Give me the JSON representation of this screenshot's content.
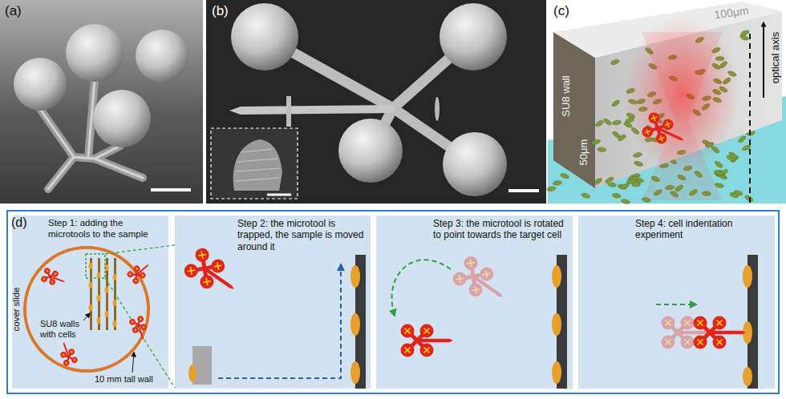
{
  "diagram": {
    "nodes": [
      {
        "text": [
          "(d)"
        ]
      },
      {
        "text": [
          "Step 1: adding the microtools to the sample",
          "cover slide",
          "SU8 walls with cells",
          "10 mm tall wall"
        ],
        "in": 0
      },
      {
        "text": [
          "Step 2: the microtool is trapped, the sample is moved around it"
        ],
        "in": 0
      },
      {
        "text": [
          "Step 3: the microtool is rotated to point towards the target cell"
        ],
        "in": 0
      },
      {
        "text": [
          "Step 4: cell indentation experiment"
        ],
        "in": 0
      }
    ],
    "labels": [
      "(a)",
      "(b)",
      "(c)",
      "100μm",
      "SU8 wall",
      "optical axis",
      "50μm"
    ]
  }
}
